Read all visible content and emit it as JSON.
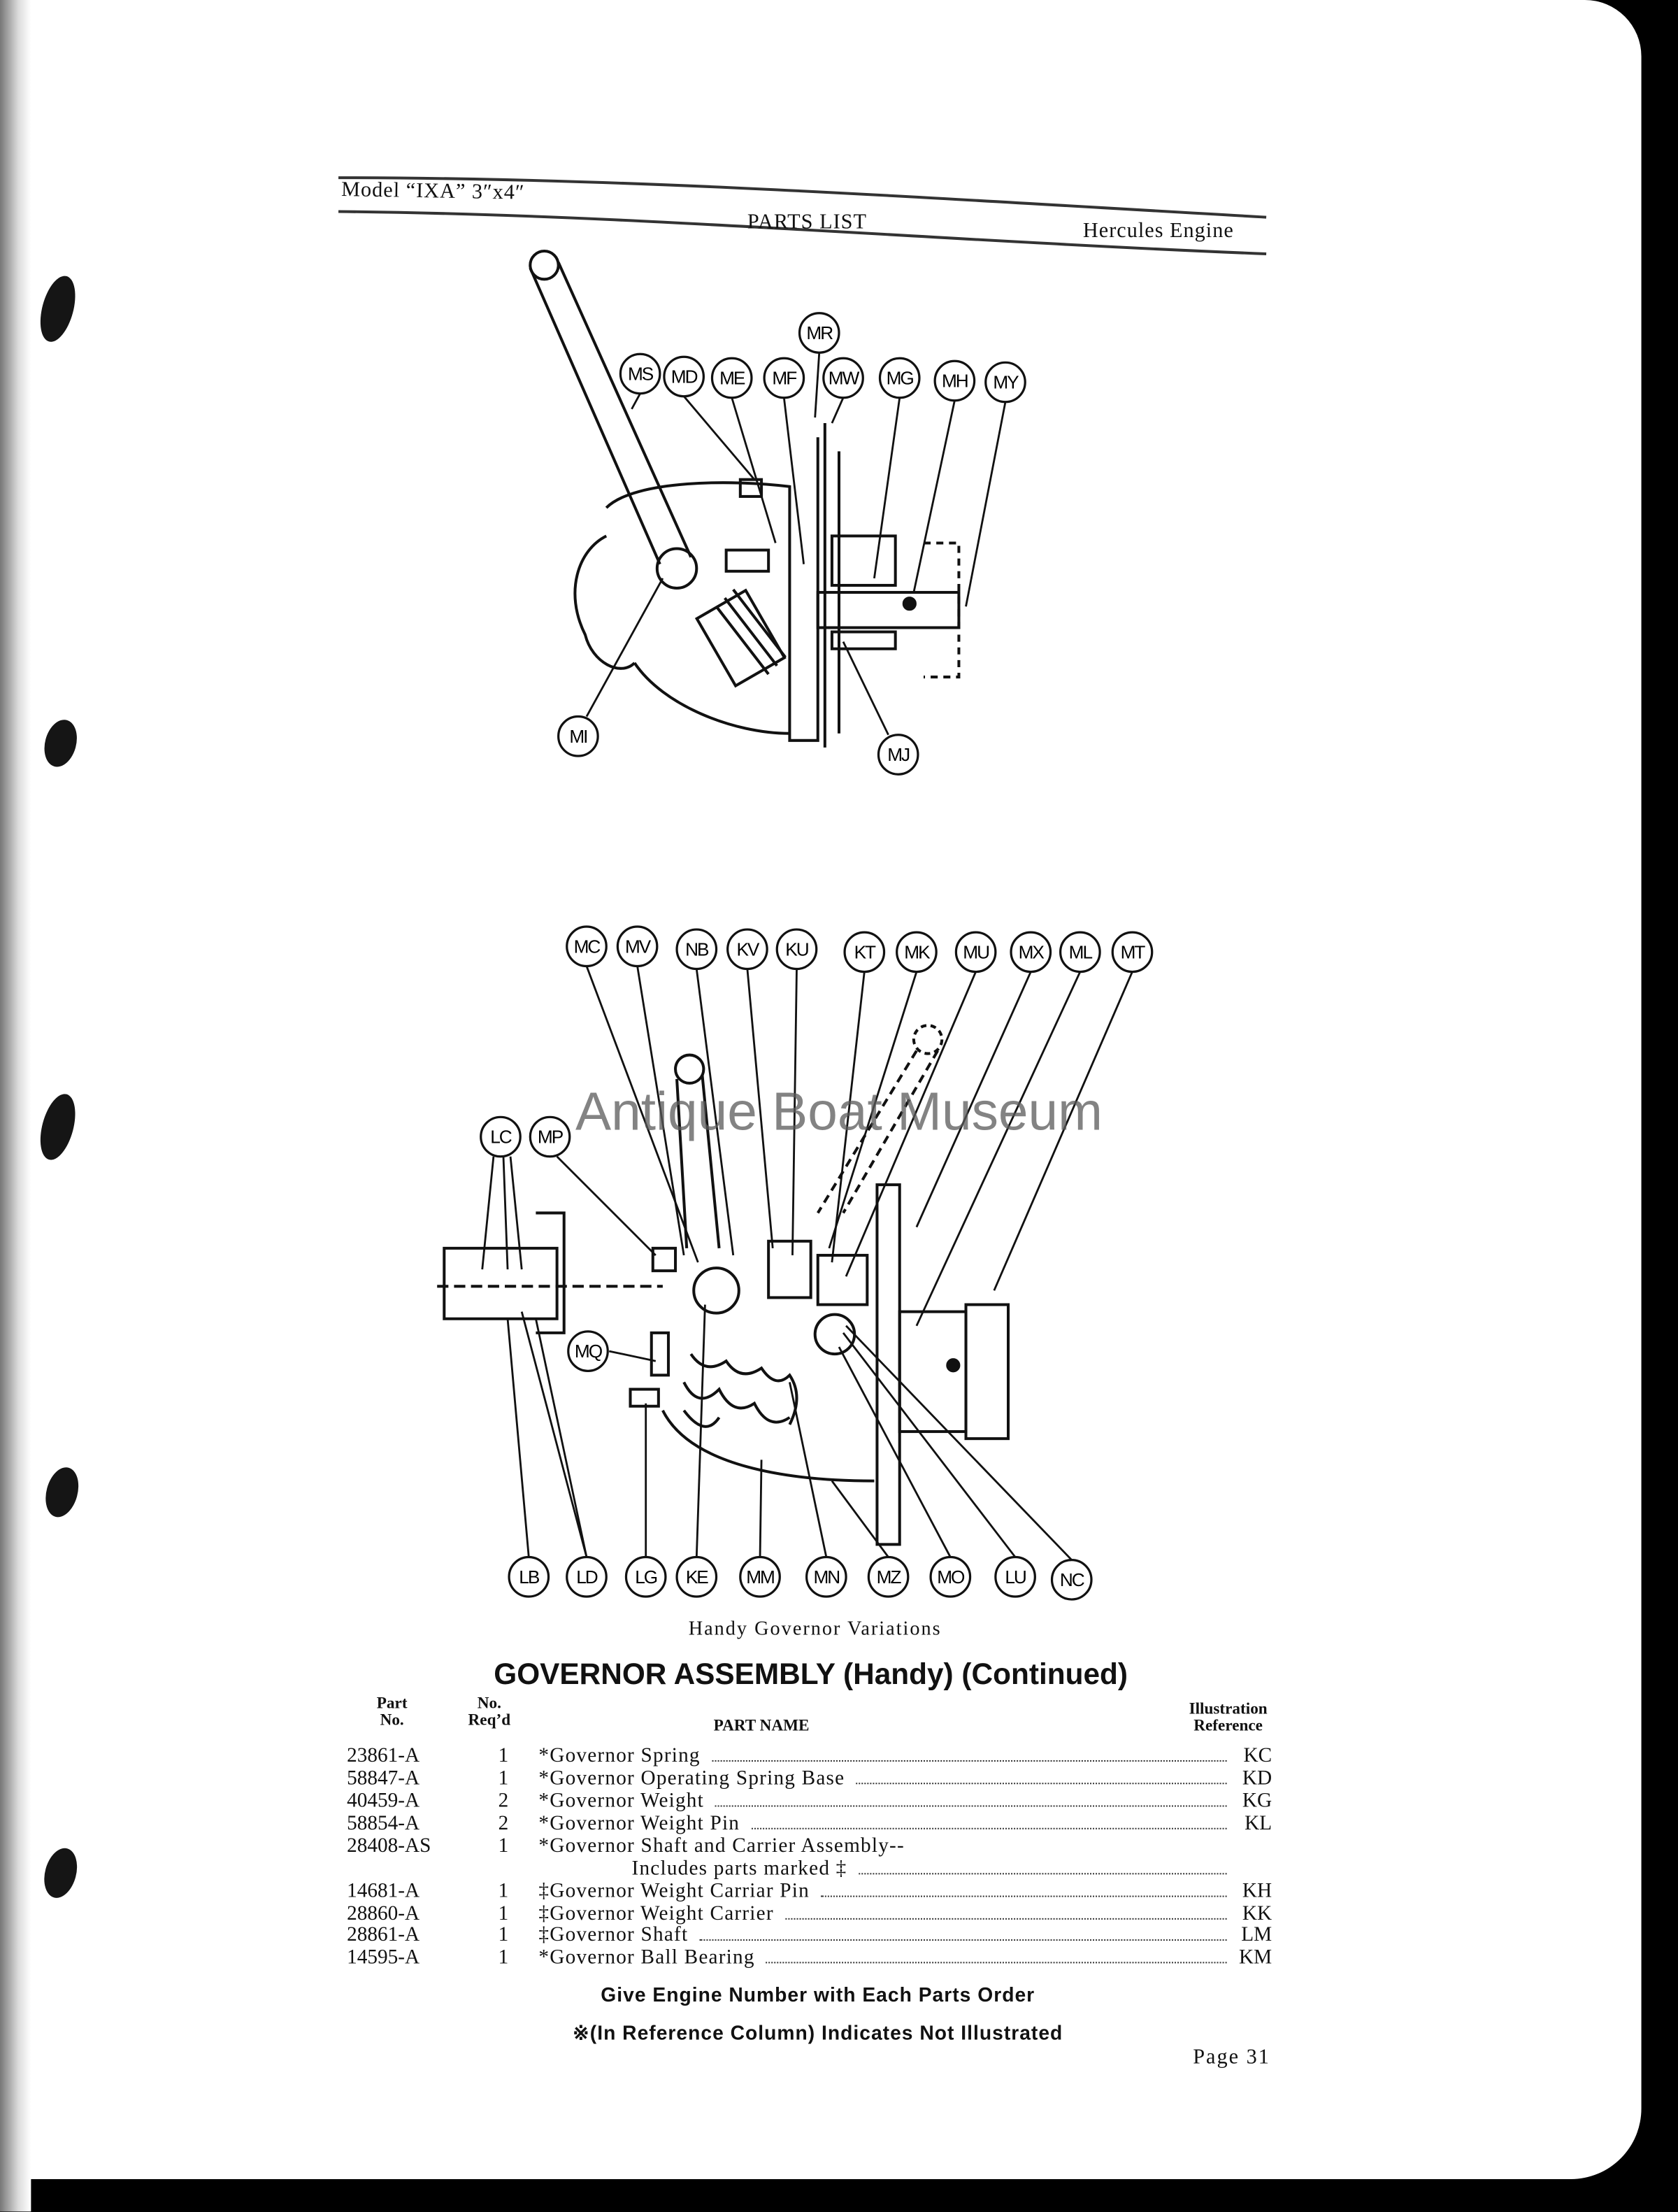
{
  "header": {
    "model": "Model “IXA” 3″x4″",
    "center": "PARTS LIST",
    "right": "Hercules Engine"
  },
  "diagram_top": {
    "callouts": [
      "MS",
      "MD",
      "ME",
      "MF",
      "MW",
      "MG",
      "MH",
      "MY",
      "MR",
      "MI",
      "MJ"
    ]
  },
  "diagram_bottom": {
    "callouts": [
      "MC",
      "MV",
      "NB",
      "KV",
      "KU",
      "KT",
      "MK",
      "MU",
      "MX",
      "ML",
      "MT",
      "LC",
      "MP",
      "MQ",
      "LB",
      "LD",
      "LG",
      "KE",
      "MM",
      "MN",
      "MZ",
      "MO",
      "LU",
      "NC"
    ]
  },
  "watermark": "Antique Boat Museum",
  "caption": "Handy Governor Variations",
  "section_title": "GOVERNOR ASSEMBLY (Handy) (Continued)",
  "table": {
    "headers": {
      "part_no_1": "Part",
      "part_no_2": "No.",
      "req_1": "No.",
      "req_2": "Req’d",
      "name": "PART NAME",
      "ref_1": "Illustration",
      "ref_2": "Reference"
    },
    "rows": [
      {
        "part": "23861-A",
        "qty": "1",
        "name": "*Governor Spring",
        "ref": "KC"
      },
      {
        "part": "58847-A",
        "qty": "1",
        "name": "*Governor Operating Spring Base",
        "ref": "KD"
      },
      {
        "part": "40459-A",
        "qty": "2",
        "name": "*Governor Weight",
        "ref": "KG"
      },
      {
        "part": "58854-A",
        "qty": "2",
        "name": "*Governor Weight Pin",
        "ref": "KL"
      },
      {
        "part": "28408-AS",
        "qty": "1",
        "name": "*Governor Shaft and Carrier Assembly--",
        "ref": ""
      },
      {
        "part": "",
        "qty": "",
        "name": "Includes parts marked ‡",
        "ref": ""
      },
      {
        "part": "14681-A",
        "qty": "1",
        "name": "‡Governor Weight Carriar Pin",
        "ref": "KH"
      },
      {
        "part": "28860-A",
        "qty": "1",
        "name": "‡Governor Weight Carrier",
        "ref": "KK"
      },
      {
        "part": "28861-A",
        "qty": "1",
        "name": "‡Governor Shaft",
        "ref": "LM"
      },
      {
        "part": "14595-A",
        "qty": "1",
        "name": "*Governor Ball Bearing",
        "ref": "KM"
      }
    ]
  },
  "footer": {
    "note1": "Give Engine Number with Each Parts Order",
    "note2": "※(In Reference Column) Indicates Not Illustrated",
    "page": "Page 31"
  }
}
